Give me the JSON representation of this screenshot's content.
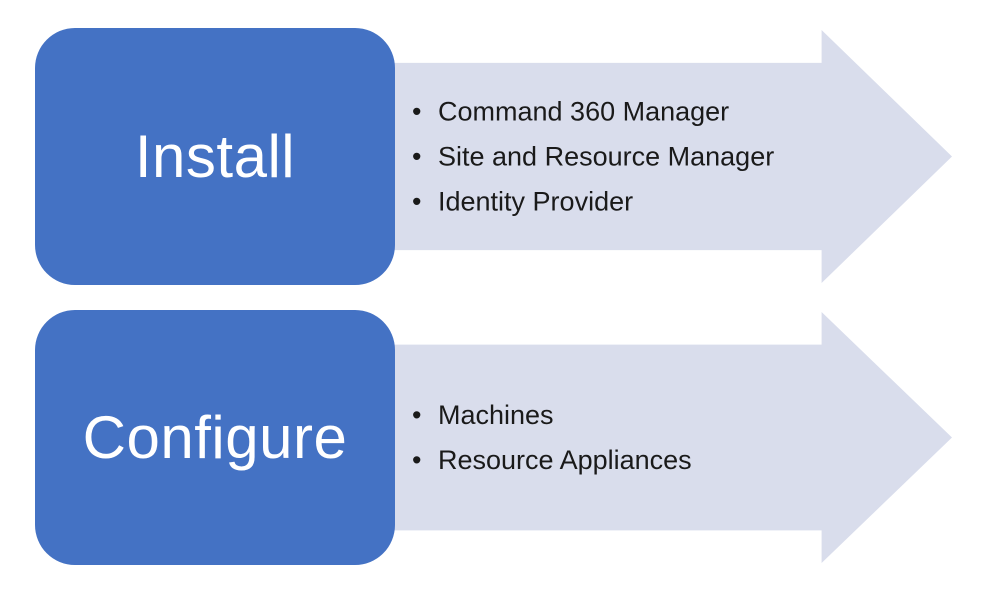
{
  "colors": {
    "background": "#ffffff",
    "box": "#4472C4",
    "box_text": "#ffffff",
    "arrow": "#D9DDEC",
    "bullet_text": "#1a1a1a"
  },
  "glyphs": {
    "bullet": "•"
  },
  "rows": [
    {
      "label": "Install",
      "bullets": [
        "Command 360 Manager",
        "Site and Resource Manager",
        "Identity Provider"
      ]
    },
    {
      "label": "Configure",
      "bullets": [
        "Machines",
        "Resource Appliances"
      ]
    }
  ]
}
